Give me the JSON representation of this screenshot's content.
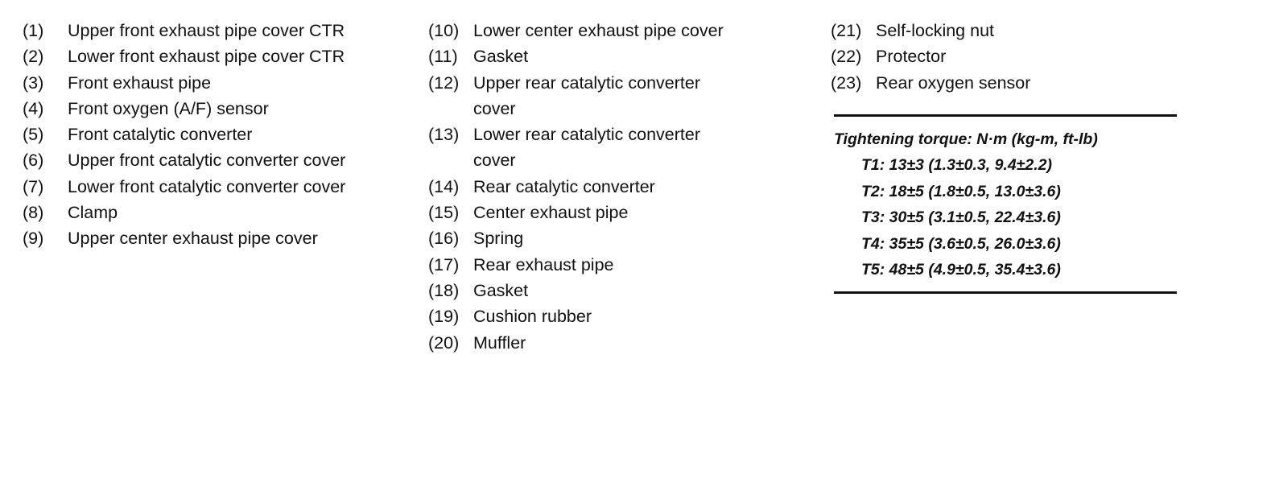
{
  "legend": {
    "column1": [
      {
        "num": "(1)",
        "label": "Upper front exhaust pipe cover CTR"
      },
      {
        "num": "(2)",
        "label": "Lower front exhaust pipe cover CTR"
      },
      {
        "num": "(3)",
        "label": "Front exhaust pipe"
      },
      {
        "num": "(4)",
        "label": "Front oxygen (A/F) sensor"
      },
      {
        "num": "(5)",
        "label": "Front catalytic converter"
      },
      {
        "num": "(6)",
        "label": "Upper front catalytic converter cover"
      },
      {
        "num": "(7)",
        "label": "Lower front catalytic converter cover"
      },
      {
        "num": "(8)",
        "label": "Clamp"
      },
      {
        "num": "(9)",
        "label": "Upper center exhaust pipe cover"
      }
    ],
    "column2": [
      {
        "num": "(10)",
        "label": "Lower center exhaust pipe cover"
      },
      {
        "num": "(11)",
        "label": "Gasket"
      },
      {
        "num": "(12)",
        "label": "Upper rear catalytic converter cover"
      },
      {
        "num": "(13)",
        "label": "Lower rear catalytic converter cover"
      },
      {
        "num": "(14)",
        "label": "Rear catalytic converter"
      },
      {
        "num": "(15)",
        "label": "Center exhaust pipe"
      },
      {
        "num": "(16)",
        "label": "Spring"
      },
      {
        "num": "(17)",
        "label": "Rear exhaust pipe"
      },
      {
        "num": "(18)",
        "label": "Gasket"
      },
      {
        "num": "(19)",
        "label": "Cushion rubber"
      },
      {
        "num": "(20)",
        "label": "Muffler"
      }
    ],
    "column3": [
      {
        "num": "(21)",
        "label": "Self-locking nut"
      },
      {
        "num": "(22)",
        "label": "Protector"
      },
      {
        "num": "(23)",
        "label": "Rear oxygen sensor"
      }
    ]
  },
  "torque": {
    "title": "Tightening torque: N·m (kg-m, ft-lb)",
    "values": [
      "T1: 13±3 (1.3±0.3, 9.4±2.2)",
      "T2: 18±5 (1.8±0.5, 13.0±3.6)",
      "T3: 30±5 (3.1±0.5, 22.4±3.6)",
      "T4: 35±5 (3.6±0.5, 26.0±3.6)",
      "T5: 48±5 (4.9±0.5, 35.4±3.6)"
    ]
  }
}
